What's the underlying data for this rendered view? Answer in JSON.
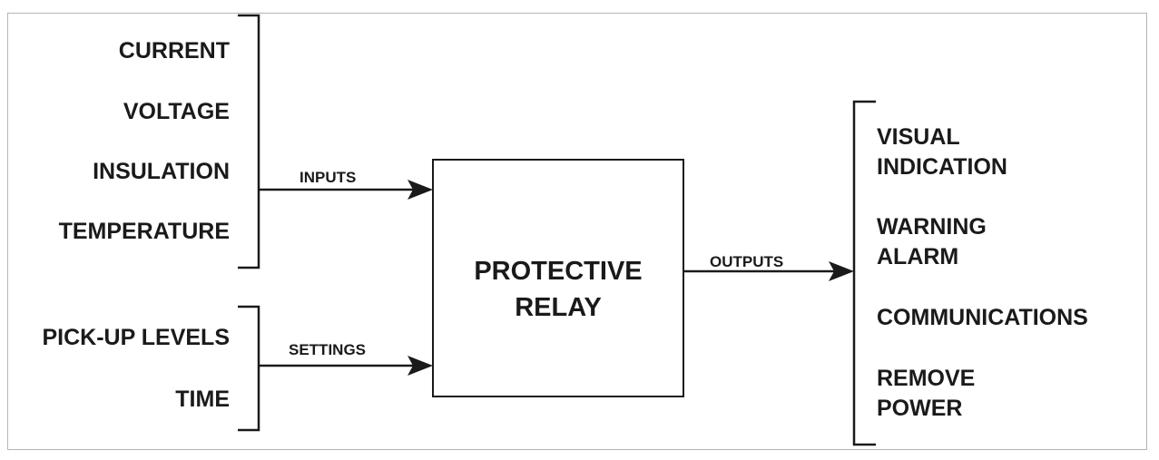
{
  "inputs": {
    "items": [
      "CURRENT",
      "VOLTAGE",
      "INSULATION",
      "TEMPERATURE"
    ],
    "arrow_label": "INPUTS"
  },
  "settings": {
    "items": [
      "PICK-UP LEVELS",
      "TIME"
    ],
    "arrow_label": "SETTINGS"
  },
  "relay": {
    "line1": "PROTECTIVE",
    "line2": "RELAY"
  },
  "outputs": {
    "arrow_label": "OUTPUTS",
    "items": [
      "VISUAL\nINDICATION",
      "WARNING\nALARM",
      "COMMUNICATIONS",
      "REMOVE\nPOWER"
    ]
  },
  "colors": {
    "stroke": "#1a1a1a",
    "frame": "#b5b5b5"
  }
}
